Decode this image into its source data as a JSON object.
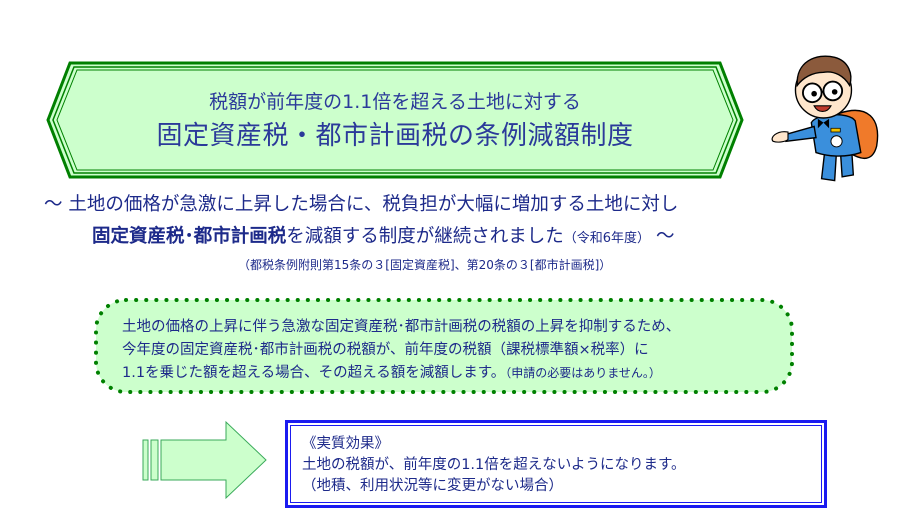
{
  "banner": {
    "line1": "税額が前年度の1.1倍を超える土地に対する",
    "line2": "固定資産税・都市計画税の条例減額制度",
    "fill_color": "#ccffcc",
    "border_color": "#008000"
  },
  "subtitle": {
    "line1": "〜 土地の価格が急激に上昇した場合に、税負担が大幅に増加する土地に対し",
    "line2_bold": "固定資産税･都市計画税",
    "line2_rest": "を減額する制度が継続されました",
    "line2_small": "（令和6年度）",
    "line2_tail": " 〜",
    "citation": "（都税条例附則第15条の３[固定資産税]、第20条の３[都市計画税]）"
  },
  "summary": {
    "line1": "土地の価格の上昇に伴う急激な固定資産税･都市計画税の税額の上昇を抑制するため、",
    "line2": "今年度の固定資産税･都市計画税の税額が、前年度の税額（課税標準額×税率）に",
    "line3_main": "1.1を乗じた額を超える場合、その超える額を減額します。",
    "line3_small": "（申請の必要はありません。）",
    "border_color": "#008000",
    "fill_color": "#ccffcc"
  },
  "effect": {
    "heading": "《実質効果》",
    "line1": "土地の税額が、前年度の1.1倍を超えないようになります。",
    "line2": "（地積、利用状況等に変更がない場合）",
    "border_color": "#1b1bf0"
  },
  "icons": {
    "mascot": "mascot-character-icon",
    "arrow": "right-arrow-icon"
  }
}
